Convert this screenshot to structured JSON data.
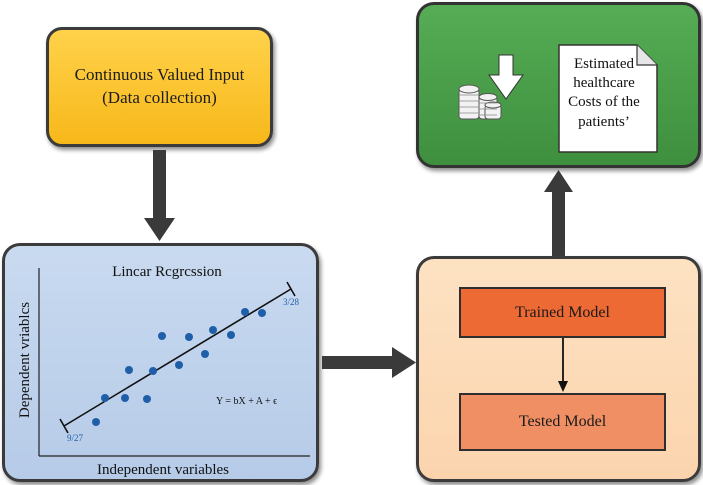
{
  "input_box": {
    "line1": "Continuous Valued Input",
    "line2": "(Data collection)"
  },
  "output_box": {
    "doc_lines": [
      "Estimated",
      "healthcare",
      "Costs of the",
      "patients’"
    ],
    "icons": [
      "coin-stack-icon",
      "down-arrow-icon",
      "document-icon"
    ]
  },
  "regression_box": {
    "title": "Lincar Rcgrcssion",
    "ylabel": "Dependent vriablcs",
    "xlabel": "Independent variables",
    "equation": "Y = bX + A + ϵ",
    "line_start_label": "9/27",
    "line_end_label": "3/28"
  },
  "model_box": {
    "trained_label": "Trained Model",
    "tested_label": "Tested Model"
  },
  "colors": {
    "input": "#f7b81a",
    "output": "#4a9e49",
    "regression": "#c2d4ee",
    "model": "#fcd9b6",
    "trained": "#ee6a34",
    "tested": "#f08f64",
    "points": "#1f5fa8"
  }
}
